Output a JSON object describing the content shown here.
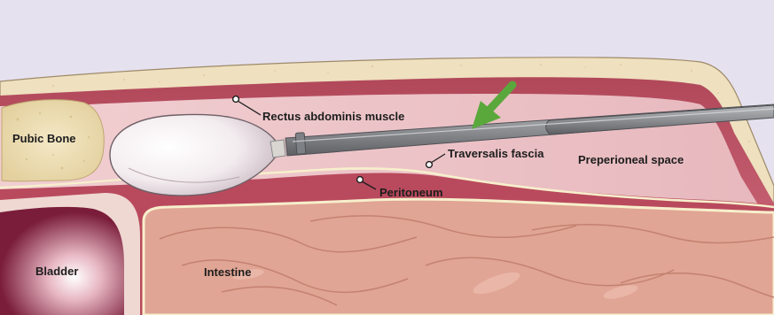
{
  "labels": {
    "pubic_bone": "Pubic Bone",
    "rectus": "Rectus abdominis muscle",
    "traversalis": "Traversalis fascia",
    "preperitoneal": "Preperioneal space",
    "peritoneum": "Peritoneum",
    "bladder": "Bladder",
    "intestine": "Intestine"
  },
  "colors": {
    "background": "#e6e1ef",
    "skin": "#efe0bf",
    "muscle": "#c55a6a",
    "preperitoneal": "#edc6c9",
    "intestine": "#e0a594",
    "fascia_line": "#f7efcc",
    "arrow": "#5aa83b",
    "instrument": "#8d8f93"
  }
}
